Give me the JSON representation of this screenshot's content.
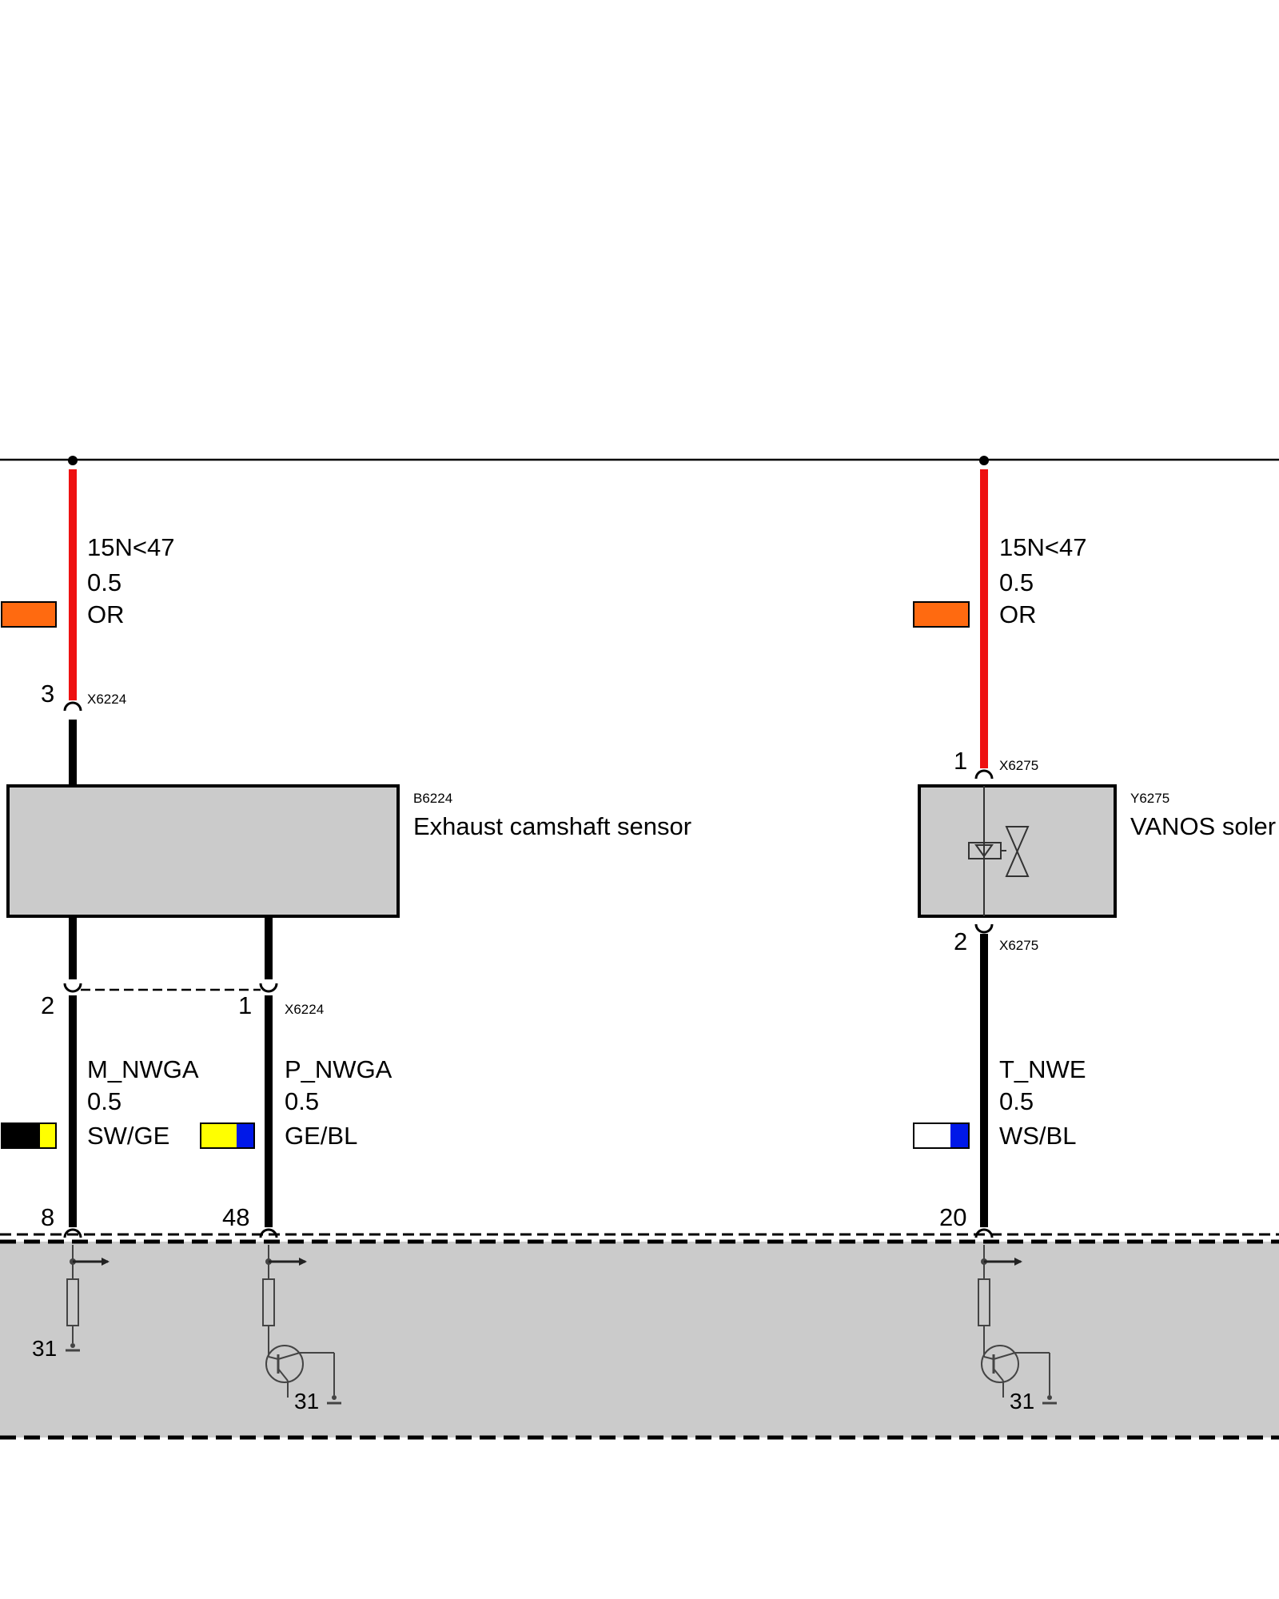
{
  "colors": {
    "red": "#ee1111",
    "orange": "#ff6a10",
    "yellow": "#ffff00",
    "blue": "#0018e8",
    "black": "#000000",
    "white": "#ffffff",
    "module_fill": "#cbcbcb",
    "ecu_fill": "#cbcbcb"
  },
  "components": {
    "sensor": {
      "id": "B6224",
      "name": "Exhaust camshaft sensor"
    },
    "solenoid": {
      "id": "Y6275",
      "name": "VANOS soler"
    }
  },
  "wires": {
    "sensor_supply": {
      "signal": "15N<47",
      "gauge": "0.5",
      "color_code": "OR",
      "pin": "3",
      "connector": "X6224",
      "icon": "orange-swatch"
    },
    "solenoid_supply": {
      "signal": "15N<47",
      "gauge": "0.5",
      "color_code": "OR",
      "pin": "1",
      "connector": "X6275",
      "icon": "orange-swatch"
    },
    "m_nwga": {
      "signal": "M_NWGA",
      "gauge": "0.5",
      "color_code": "SW/GE",
      "pin_sensor": "2",
      "pin_ecu": "8",
      "icon": "black-yellow-swatch"
    },
    "p_nwga": {
      "signal": "P_NWGA",
      "gauge": "0.5",
      "color_code": "GE/BL",
      "pin_sensor": "1",
      "connector": "X6224",
      "pin_ecu": "48",
      "icon": "yellow-blue-swatch"
    },
    "t_nwe": {
      "signal": "T_NWE",
      "gauge": "0.5",
      "color_code": "WS/BL",
      "pin_solenoid": "2",
      "connector": "X6275",
      "pin_ecu": "20",
      "icon": "white-blue-swatch"
    }
  },
  "ecu": {
    "ground_labels": [
      "31",
      "31",
      "31"
    ]
  }
}
